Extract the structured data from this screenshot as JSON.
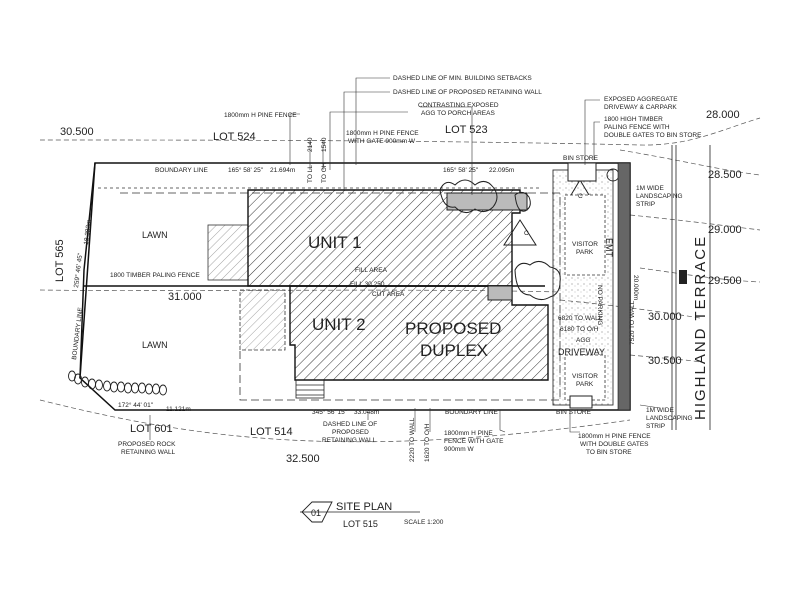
{
  "plan": {
    "title": "SITE PLAN",
    "number": "01",
    "lot": "LOT 515",
    "scale": "SCALE 1:200"
  },
  "contours": {
    "c30500_left": "30.500",
    "c28000": "28.000",
    "c28500": "28.500",
    "c29000": "29.000",
    "c29500": "29.500",
    "c30000": "30.000",
    "c30500_right": "30.500",
    "c31000": "31.000",
    "c32500": "32.500"
  },
  "lots": {
    "lot524": "LOT 524",
    "lot523": "LOT 523",
    "lot565": "LOT 565",
    "lot601": "LOT 601",
    "lot514": "LOT 514"
  },
  "street": "HIGHLAND TERRACE",
  "units": {
    "unit1": "UNIT 1",
    "unit2": "UNIT 2",
    "proposed": "PROPOSED",
    "duplex": "DUPLEX"
  },
  "lawns": {
    "lawn1": "LAWN",
    "lawn2": "LAWN"
  },
  "notes": {
    "setbacks": "DASHED LINE OF MIN. BUILDING SETBACKS",
    "retaining_wall": "DASHED LINE OF PROPOSED RETAINING WALL",
    "contrast_1": "CONTRASTING EXPOSED",
    "contrast_2": "AGG TO PORCH AREAS",
    "exposed_1": "EXPOSED AGGREGATE",
    "exposed_2": "DRIVEWAY & CARPARK",
    "timber_1": "1800 HIGH TIMBER",
    "timber_2": "PALING FENCE WITH",
    "timber_3": "DOUBLE GATES TO BIN STORE",
    "pine_fence": "1800mm H PINE FENCE",
    "pine_gate_1": "1800mm H PINE FENCE",
    "pine_gate_2": "WITH GATE 900mm W",
    "boundary_top": "BOUNDARY LINE",
    "bearing_1": "165° 58' 25\"",
    "dist_1": "21.694m",
    "bearing_2": "165° 58' 25\"",
    "dist_2": "22.095m",
    "bin_store_top": "BIN STORE",
    "timber_fence_mid": "1800 TIMBER PALING FENCE",
    "fill_area": "FILL AREA",
    "fill_level": "FILL 30.250",
    "cut_area": "CUT AREA",
    "visitor_park_1": "VISITOR",
    "visitor_park_1b": "PARK",
    "visitor_park_2": "VISITOR",
    "visitor_park_2b": "PARK",
    "emt": "EMT",
    "no_parking": "NO PARKING",
    "driveway": "DRIVEWAY",
    "agg": "AGG",
    "wall_6820": "6820 TO WALL",
    "oh_6180": "6180 TO O/H",
    "landscape_1a": "1M WIDE",
    "landscape_1b": "LANDSCAPING",
    "landscape_1c": "STRIP",
    "landscape_2a": "1M WIDE",
    "landscape_2b": "LANDSCAPING",
    "landscape_2c": "STRIP",
    "boundary_left": "BOUNDARY LINE",
    "bearing_left": "259° 46' 45\"",
    "dist_left": "18.383m",
    "bearing_bottom_left": "172° 44' 01\"",
    "dist_bottom_left": "11.121m",
    "rock_1": "PROPOSED ROCK",
    "rock_2": "RETAINING WALL",
    "bearing_bottom": "345° 56' 15\"",
    "dist_bottom": "33.048m",
    "boundary_bottom": "BOUNDARY LINE",
    "bottom_wall_1": "DASHED LINE OF",
    "bottom_wall_2": "PROPOSED",
    "bottom_wall_3": "RETAINING WALL",
    "dim_2220": "2220 TO WALL",
    "dim_1620": "1620 TO O/H",
    "pine_gate_b1": "1800mm H PINE",
    "pine_gate_b2": "FENCE WITH GATE",
    "pine_gate_b3": "900mm W",
    "bin_store_bottom": "BIN STORE",
    "pine_double_1": "1800mm H PINE FENCE",
    "pine_double_2": "WITH DOUBLE GATES",
    "pine_double_3": "TO BIN STORE",
    "dim_2140": "2140",
    "dim_to_l": "TO LL",
    "dim_1540": "1540",
    "dim_to_oh": "TO OH",
    "dim_7520": "7520 TO WALL",
    "dim_20000": "20.000m",
    "marker_c": "C"
  }
}
